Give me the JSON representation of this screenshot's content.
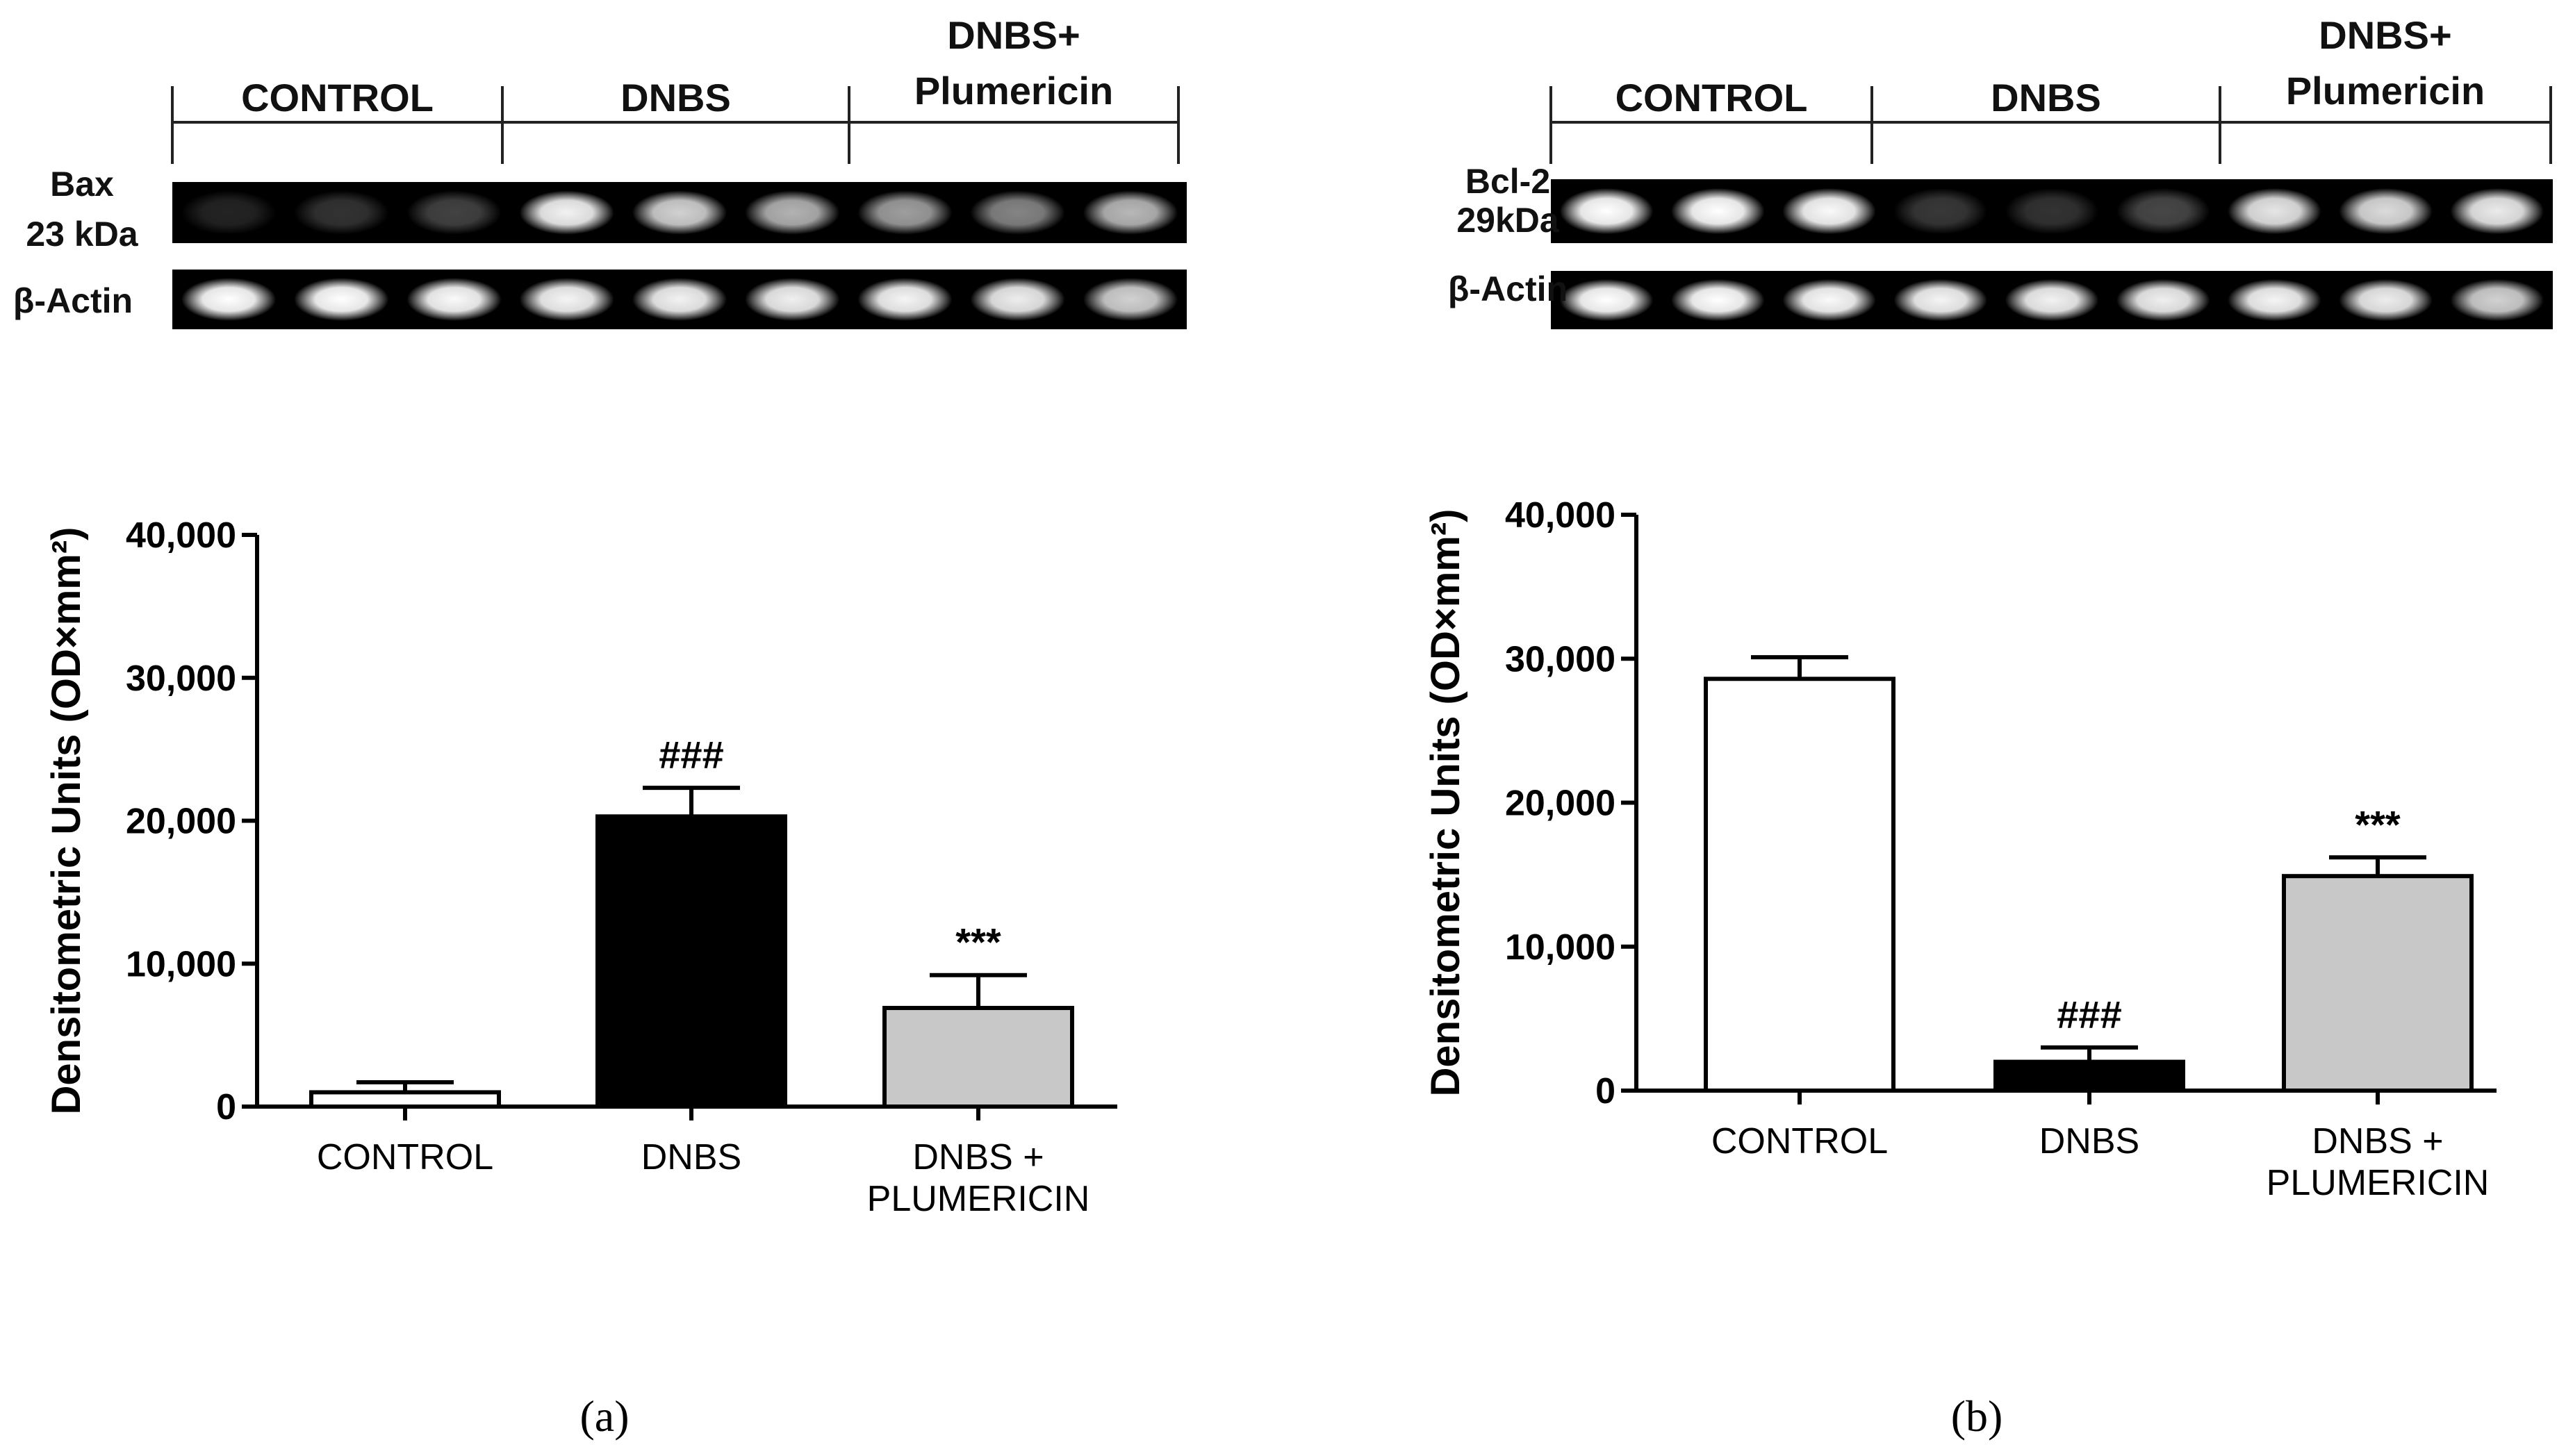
{
  "panels": [
    {
      "label": "(a)",
      "blot": {
        "groups": [
          "CONTROL",
          "DNBS",
          [
            "DNBS+",
            "Plumericin"
          ]
        ],
        "rows": [
          {
            "label": [
              "Bax",
              "23 kDa"
            ],
            "intensities": [
              0.14,
              0.2,
              0.26,
              0.95,
              0.82,
              0.7,
              0.62,
              0.52,
              0.72
            ]
          },
          {
            "label": [
              "β-Actin"
            ],
            "intensities": [
              1.0,
              1.0,
              0.98,
              0.96,
              0.95,
              0.94,
              0.96,
              0.93,
              0.82
            ]
          }
        ]
      },
      "chart": {
        "type": "bar",
        "ylabel": "Densitometric Units (OD×mm²)",
        "ylim": [
          0,
          40000
        ],
        "yticks": [
          "0",
          "10,000",
          "20,000",
          "30,000",
          "40,000"
        ],
        "ytick_values": [
          0,
          10000,
          20000,
          30000,
          40000
        ],
        "categories": [
          [
            "CONTROL"
          ],
          [
            "DNBS"
          ],
          [
            "DNBS +",
            "PLUMERICIN"
          ]
        ],
        "values": [
          1000,
          20300,
          6900
        ],
        "errors": [
          700,
          2000,
          2300
        ],
        "colors": [
          "#ffffff",
          "#000000",
          "#c8c8c8"
        ],
        "annotations": [
          "",
          "###",
          "***"
        ]
      }
    },
    {
      "label": "(b)",
      "blot": {
        "groups": [
          "CONTROL",
          "DNBS",
          [
            "DNBS+",
            "Plumericin"
          ]
        ],
        "rows": [
          {
            "label": [
              "Bcl-2",
              "29kDa"
            ],
            "intensities": [
              1.0,
              1.0,
              0.98,
              0.22,
              0.2,
              0.28,
              0.9,
              0.86,
              0.92
            ]
          },
          {
            "label": [
              "β-Actin"
            ],
            "intensities": [
              1.0,
              1.0,
              0.98,
              0.96,
              0.95,
              0.94,
              0.96,
              0.93,
              0.82
            ]
          }
        ]
      },
      "chart": {
        "type": "bar",
        "ylabel": "Densitometric Units (OD×mm²)",
        "ylim": [
          0,
          40000
        ],
        "yticks": [
          "0",
          "10,000",
          "20,000",
          "30,000",
          "40,000"
        ],
        "ytick_values": [
          0,
          10000,
          20000,
          30000,
          40000
        ],
        "categories": [
          [
            "CONTROL"
          ],
          [
            "DNBS"
          ],
          [
            "DNBS +",
            "PLUMERICIN"
          ]
        ],
        "values": [
          28600,
          2000,
          14900
        ],
        "errors": [
          1500,
          1000,
          1300
        ],
        "colors": [
          "#ffffff",
          "#000000",
          "#c8c8c8"
        ],
        "annotations": [
          "",
          "###",
          "***"
        ]
      }
    }
  ]
}
